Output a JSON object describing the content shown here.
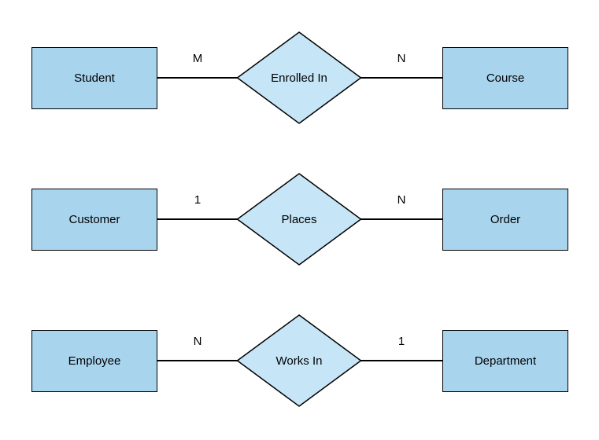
{
  "diagram": {
    "type": "entity-relationship",
    "relationships": [
      {
        "left_entity": "Student",
        "left_cardinality": "M",
        "relation": "Enrolled In",
        "right_cardinality": "N",
        "right_entity": "Course"
      },
      {
        "left_entity": "Customer",
        "left_cardinality": "1",
        "relation": "Places",
        "right_cardinality": "N",
        "right_entity": "Order"
      },
      {
        "left_entity": "Employee",
        "left_cardinality": "N",
        "relation": "Works In",
        "right_cardinality": "1",
        "right_entity": "Department"
      }
    ],
    "colors": {
      "entity_fill": "#A9D4EE",
      "relationship_fill": "#C6E5F7",
      "border": "#000000",
      "text": "#000000",
      "background": "#FFFFFF"
    }
  }
}
